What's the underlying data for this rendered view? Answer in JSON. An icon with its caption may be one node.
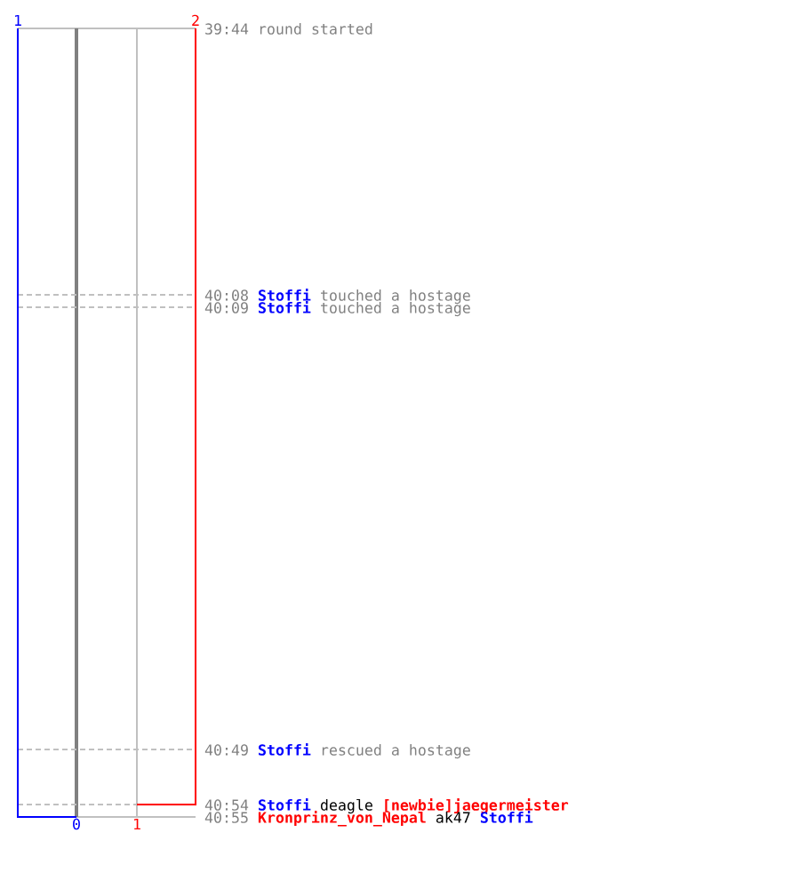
{
  "diagram": {
    "labels": [
      "1",
      "2",
      "39:44 round started",
      "40:08",
      "Stoffi",
      "touched a hostage",
      "40:09",
      "Stoffi",
      "touched a hostage",
      "40:49",
      "Stoffi",
      "rescued a hostage",
      "40:54",
      "Stoffi",
      "deagle",
      "[newbie]jaegermeister",
      "40:55",
      "Kronprinz_von_Nepal",
      "ak47",
      "Stoffi",
      "0",
      "1"
    ]
  }
}
